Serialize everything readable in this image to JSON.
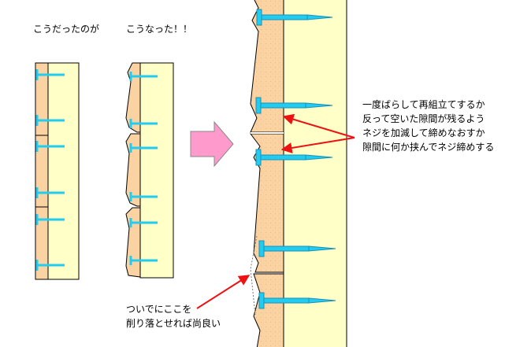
{
  "labels": {
    "before": "こうだったのが",
    "after": "こうなった！！",
    "note_lines": [
      "一度ばらして再組立てするか",
      "反って空いた隙間が残るよう",
      "ネジを加減して締めなおすか",
      "隙間に何か挟んでネジ締めする"
    ],
    "shave_lines": [
      "ついでにここを",
      "削り落とせれば尚良い"
    ]
  },
  "colors": {
    "wood": "#fbd3a3",
    "wall": "#ffffc8",
    "screw": "#22ccf0",
    "arrow_big": "#ff9acc",
    "arrow_red": "#ee1111",
    "outline": "#000000"
  }
}
